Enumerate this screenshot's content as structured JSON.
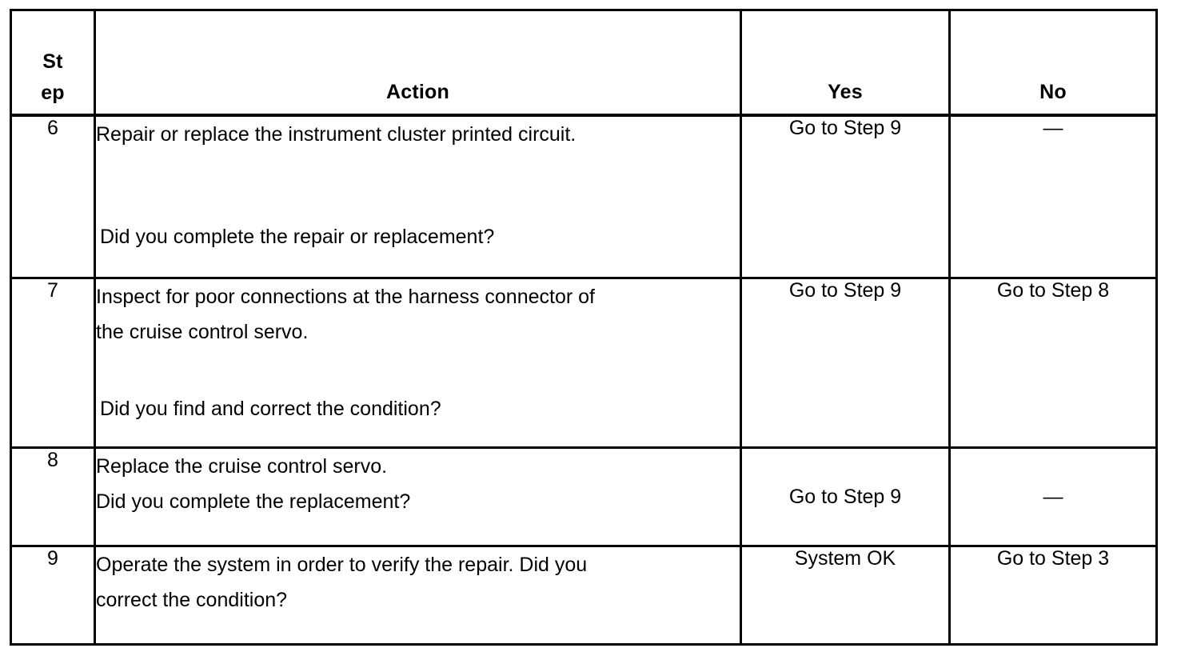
{
  "table": {
    "headers": {
      "step": "Step",
      "action": "Action",
      "yes": "Yes",
      "no": "No"
    },
    "rows": [
      {
        "step": "6",
        "action_lines": [
          "Repair or replace the instrument cluster printed circuit."
        ],
        "action_question": "Did you complete the repair or replacement?",
        "yes": "Go to Step 9",
        "no": "—"
      },
      {
        "step": "7",
        "action_lines": [
          "Inspect for poor connections at the harness connector of",
          "the cruise control servo."
        ],
        "action_question": "Did you find and correct the condition?",
        "yes": "Go to Step 9",
        "no": "Go to Step 8"
      },
      {
        "step": "8",
        "action_lines": [
          "Replace the cruise control servo."
        ],
        "action_question": "Did you complete the replacement?",
        "yes": "Go to Step 9",
        "no": "—"
      },
      {
        "step": "9",
        "action_lines": [
          "Operate the system in order to verify the repair. Did you",
          "correct the condition?"
        ],
        "action_question": "",
        "yes": "System OK",
        "no": "Go to Step 3"
      }
    ]
  },
  "colors": {
    "border": "#000000",
    "text": "#000000",
    "background": "#ffffff"
  }
}
